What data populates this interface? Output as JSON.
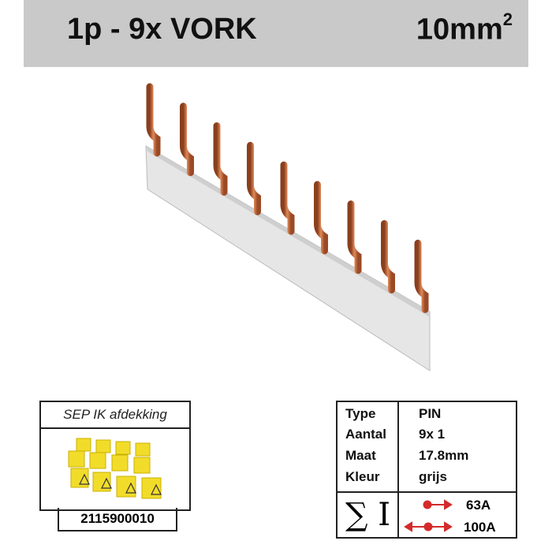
{
  "header": {
    "title": "1p - 9x VORK",
    "size": "10mm",
    "size_sup": "2"
  },
  "accessory": {
    "title": "SEP IK afdekking",
    "code": "2115900010"
  },
  "specs": [
    {
      "label": "Type",
      "value": "PIN"
    },
    {
      "label": "Aantal",
      "value": "9x 1"
    },
    {
      "label": "Maat",
      "value": "17.8mm"
    },
    {
      "label": "Kleur",
      "value": "grijs"
    }
  ],
  "current": {
    "symbol": "∑ I",
    "single_feed": "63A",
    "center_feed": "100A",
    "arrow_color": "#d42a2a"
  },
  "colors": {
    "header_bg": "#c9c9c9",
    "copper": "#c0663a",
    "bar": "#e4e4e4"
  }
}
